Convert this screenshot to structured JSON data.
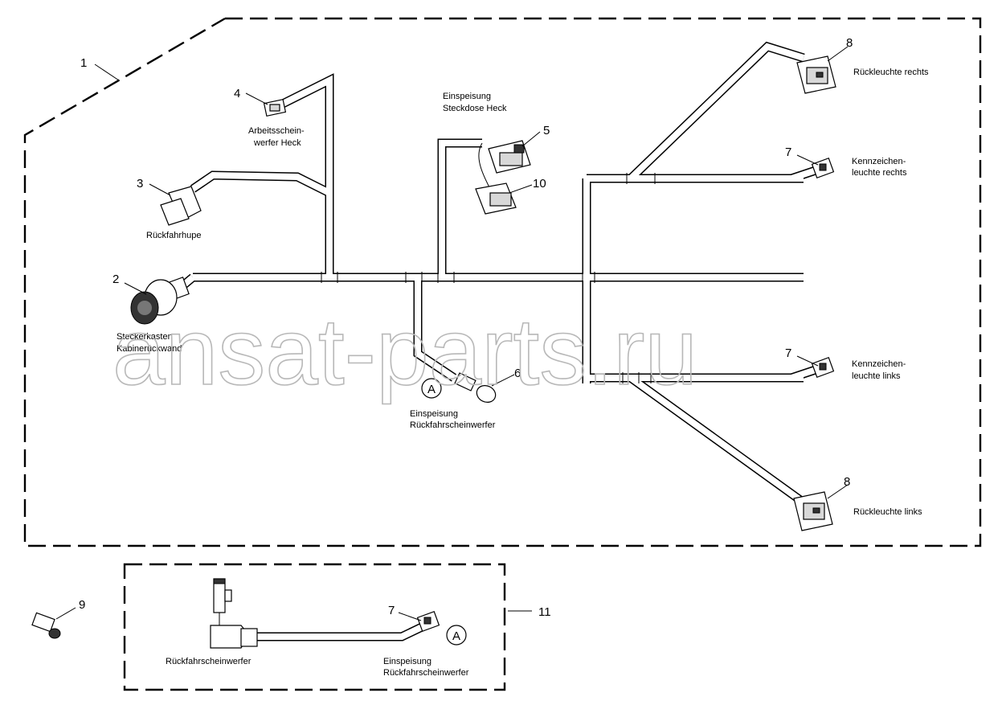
{
  "watermark": "ansat-parts.ru",
  "callouts": {
    "c1": "1",
    "c2": "2",
    "c3": "3",
    "c4": "4",
    "c5": "5",
    "c6": "6",
    "c7a": "7",
    "c7b": "7",
    "c7c": "7",
    "c8a": "8",
    "c8b": "8",
    "c9": "9",
    "c10": "10",
    "c11": "11"
  },
  "labels": {
    "arbeits_l1": "Arbeitsschein-",
    "arbeits_l2": "werfer Heck",
    "rueckfahrhupe": "Rückfahrhupe",
    "steckerkasten_l1": "Steckerkasten",
    "steckerkasten_l2": "Kabinerückwand",
    "einspeisung_heck_l1": "Einspeisung",
    "einspeisung_heck_l2": "Steckdose Heck",
    "einspeisung_rf_l1": "Einspeisung",
    "einspeisung_rf_l2": "Rückfahrscheinwerfer",
    "rueckleuchte_rechts": "Rückleuchte rechts",
    "kennzeichen_rechts_l1": "Kennzeichen-",
    "kennzeichen_rechts_l2": "leuchte rechts",
    "kennzeichen_links_l1": "Kennzeichen-",
    "kennzeichen_links_l2": "leuchte links",
    "rueckleuchte_links": "Rückleuchte links",
    "rueckfahrscheinwerfer": "Rückfahrscheinwerfer",
    "einspeisung_rf2_l1": "Einspeisung",
    "einspeisung_rf2_l2": "Rückfahrscheinwerfer"
  },
  "markers": {
    "a1": "A",
    "a2": "A"
  }
}
